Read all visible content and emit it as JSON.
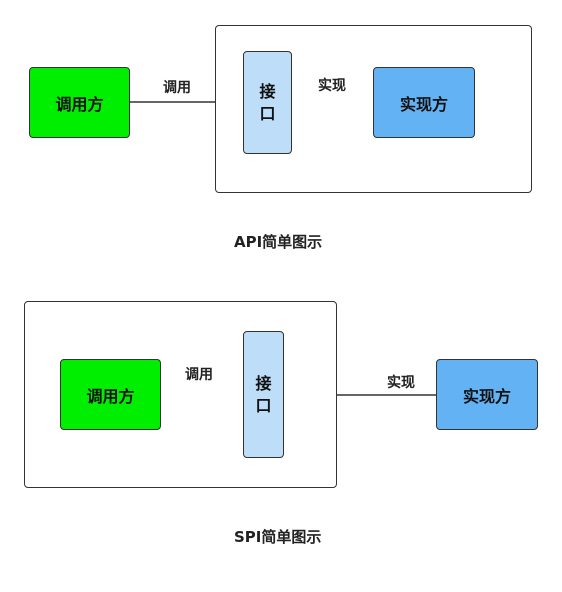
{
  "colors": {
    "caller_fill": "#00ee00",
    "interface_fill": "#bdddf9",
    "implementer_fill": "#62b2f4",
    "stroke": "#333333"
  },
  "api_diagram": {
    "caller_label": "调用方",
    "interface_label": "接口",
    "implementer_label": "实现方",
    "call_label": "调用",
    "implement_label": "实现",
    "caption": "API简单图示"
  },
  "spi_diagram": {
    "caller_label": "调用方",
    "interface_label": "接口",
    "implementer_label": "实现方",
    "call_label": "调用",
    "implement_label": "实现",
    "caption": "SPI简单图示"
  }
}
